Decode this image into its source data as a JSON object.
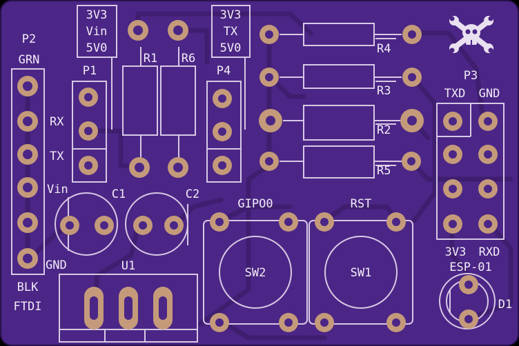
{
  "board": {
    "colors": {
      "substrate": "#4b2686",
      "copper_pad": "#c49a7a",
      "silkscreen": "#d9c9e6",
      "trace": "#3f1e70"
    }
  },
  "labels": {
    "p2": "P2",
    "grn": "GRN",
    "blk": "BLK",
    "ftdi": "FTDI",
    "rx": "RX",
    "tx": "TX",
    "vin": "Vin",
    "gnd": "GND",
    "p1": "P1",
    "p1_sel_1": "3V3",
    "p1_sel_2": "Vin",
    "p1_sel_3": "5V0",
    "r1": "R1",
    "r6": "R6",
    "p4": "P4",
    "p4_sel_1": "3V3",
    "p4_sel_2": "TX",
    "p4_sel_3": "5V0",
    "r4": "R4",
    "r3": "R3",
    "r2": "R2",
    "r5": "R5",
    "p3": "P3",
    "txd": "TXD",
    "gnd_p3": "GND",
    "v3v3": "3V3",
    "rxd": "RXD",
    "esp01": "ESP-01",
    "c1": "C1",
    "c2": "C2",
    "gipo0": "GIPO0",
    "rst": "RST",
    "sw2": "SW2",
    "sw1": "SW1",
    "u1": "U1",
    "d1": "D1"
  },
  "icons": {
    "logo": "skull-crossed-wrenches-icon"
  }
}
